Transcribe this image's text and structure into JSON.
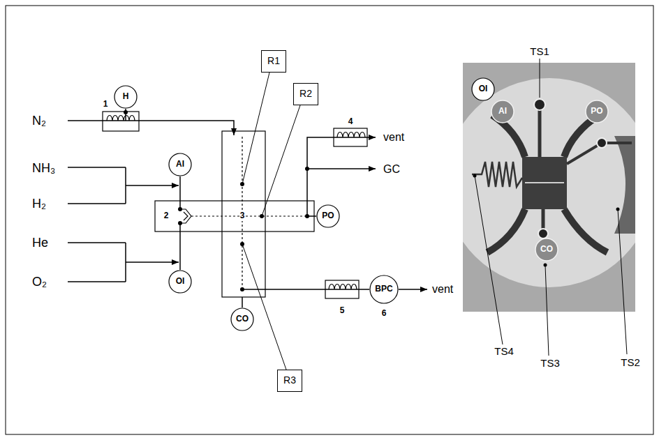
{
  "diagram": {
    "nodes": [
      {
        "text": [
          "H"
        ]
      },
      {
        "text": [
          "R1"
        ]
      },
      {
        "text": [
          "R2"
        ]
      },
      {
        "text": [
          "AI"
        ]
      },
      {
        "text": [
          "PO"
        ]
      },
      {
        "text": [
          "OI"
        ]
      },
      {
        "text": [
          "BPC"
        ]
      },
      {
        "text": [
          "CO"
        ]
      },
      {
        "text": [
          "R3"
        ]
      },
      {
        "text": [
          "OI"
        ]
      },
      {
        "text": [
          "AI"
        ]
      },
      {
        "text": [
          "PO"
        ]
      },
      {
        "text": [
          "CO"
        ]
      }
    ],
    "labels": [
      "N₂",
      "NH₃",
      "H₂",
      "He",
      "O₂",
      "1",
      "2",
      "3",
      "4",
      "vent",
      "GC",
      "5",
      "6",
      "vent",
      "TS1",
      "TS2",
      "TS3",
      "TS4"
    ]
  }
}
